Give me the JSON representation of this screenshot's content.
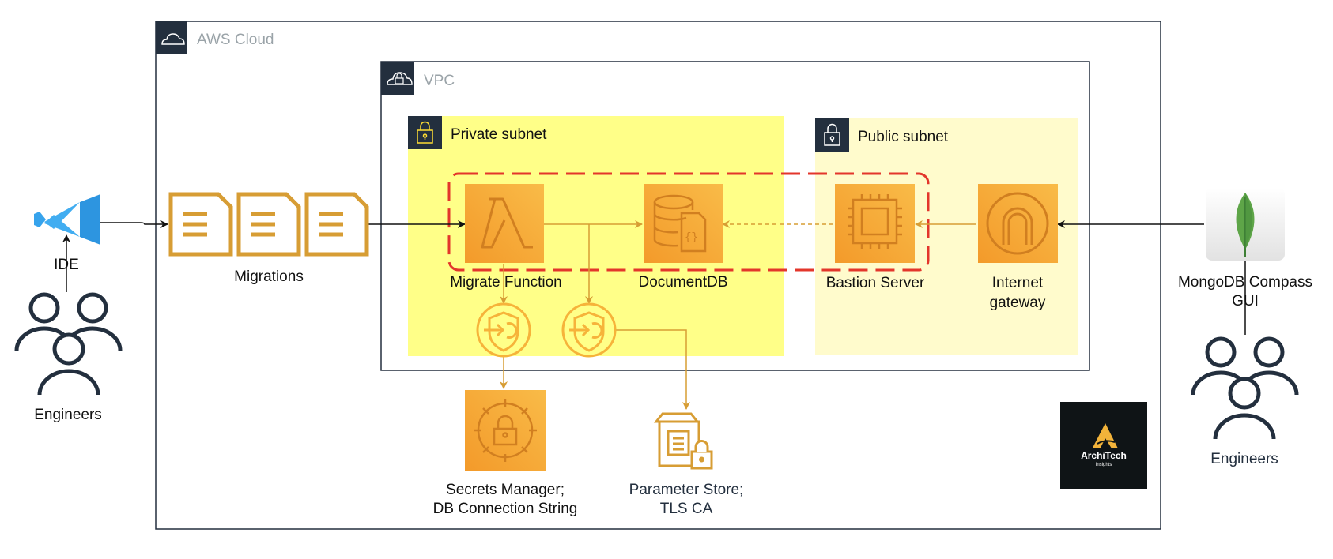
{
  "aws_cloud": {
    "title": "AWS Cloud"
  },
  "vpc": {
    "title": "VPC"
  },
  "private_subnet": {
    "title": "Private subnet"
  },
  "public_subnet": {
    "title": "Public subnet"
  },
  "left": {
    "ide_label": "IDE",
    "engineers_label": "Engineers",
    "migrations_label": "Migrations"
  },
  "services": {
    "migrate_function": "Migrate Function",
    "documentdb": "DocumentDB",
    "bastion_line1": "Bastion Server",
    "gateway_line1": "Internet",
    "gateway_line2": "gateway",
    "secrets_line1": "Secrets Manager;",
    "secrets_line2": "DB Connection String",
    "param_line1": "Parameter Store;",
    "param_line2": "TLS CA"
  },
  "right": {
    "compass_line1": "MongoDB Compass",
    "compass_line2": "GUI",
    "engineers_label": "Engineers"
  },
  "logo": {
    "line1": "ArchiTech",
    "line2": "Insights"
  },
  "colors": {
    "orange_light": "#f8b33b",
    "orange_dark": "#ee8a23",
    "gold": "#d79d34",
    "private_subnet_fill": "#ffff88",
    "public_subnet_fill": "#fffbcc",
    "dashed_red": "#e3362b",
    "vscode_blue": "#36a3ec",
    "mongo_green": "#5ea548",
    "navy": "#232f3e"
  }
}
